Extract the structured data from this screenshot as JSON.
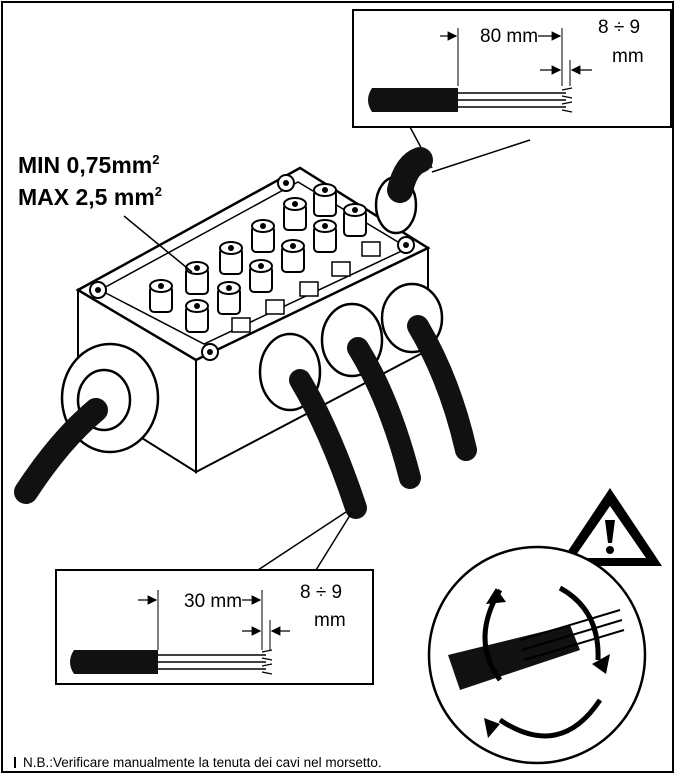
{
  "spec": {
    "min_label": "MIN 0,75mm",
    "min_sup": "2",
    "max_label": "MAX 2,5 mm",
    "max_sup": "2"
  },
  "detail_top": {
    "strip_length": "80 mm",
    "wire_strip_top": "8 ÷ 9",
    "wire_strip_bottom": "mm"
  },
  "detail_bottom": {
    "strip_length": "30 mm",
    "wire_strip_top": "8 ÷ 9",
    "wire_strip_bottom": "mm"
  },
  "note": {
    "text": "N.B.:Verificare manualmente la tenuta dei cavi nel morsetto."
  },
  "warning_icon": "warning-triangle-icon"
}
